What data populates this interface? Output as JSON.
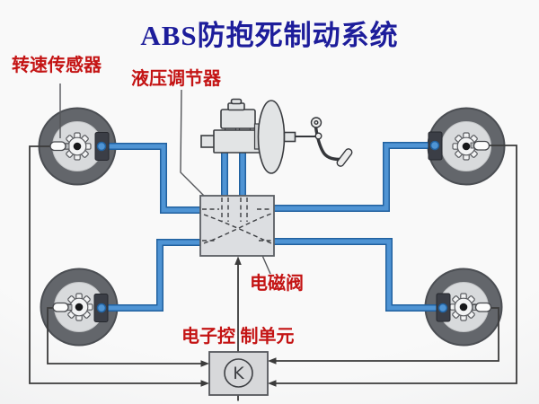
{
  "title": "ABS防抱死制动系统",
  "labels": {
    "speed_sensor": "转速传感器",
    "hydraulic_regulator": "液压调节器",
    "solenoid_valve": "电磁阀",
    "ecu": "电子控 制单元",
    "ecu_symbol": "K"
  },
  "colors": {
    "title_color": "#1d1d9b",
    "label_red": "#c41414",
    "hydro_fill": "#4f94d4",
    "hydro_edge": "#21619f",
    "wire_color": "#3b3b3b"
  }
}
